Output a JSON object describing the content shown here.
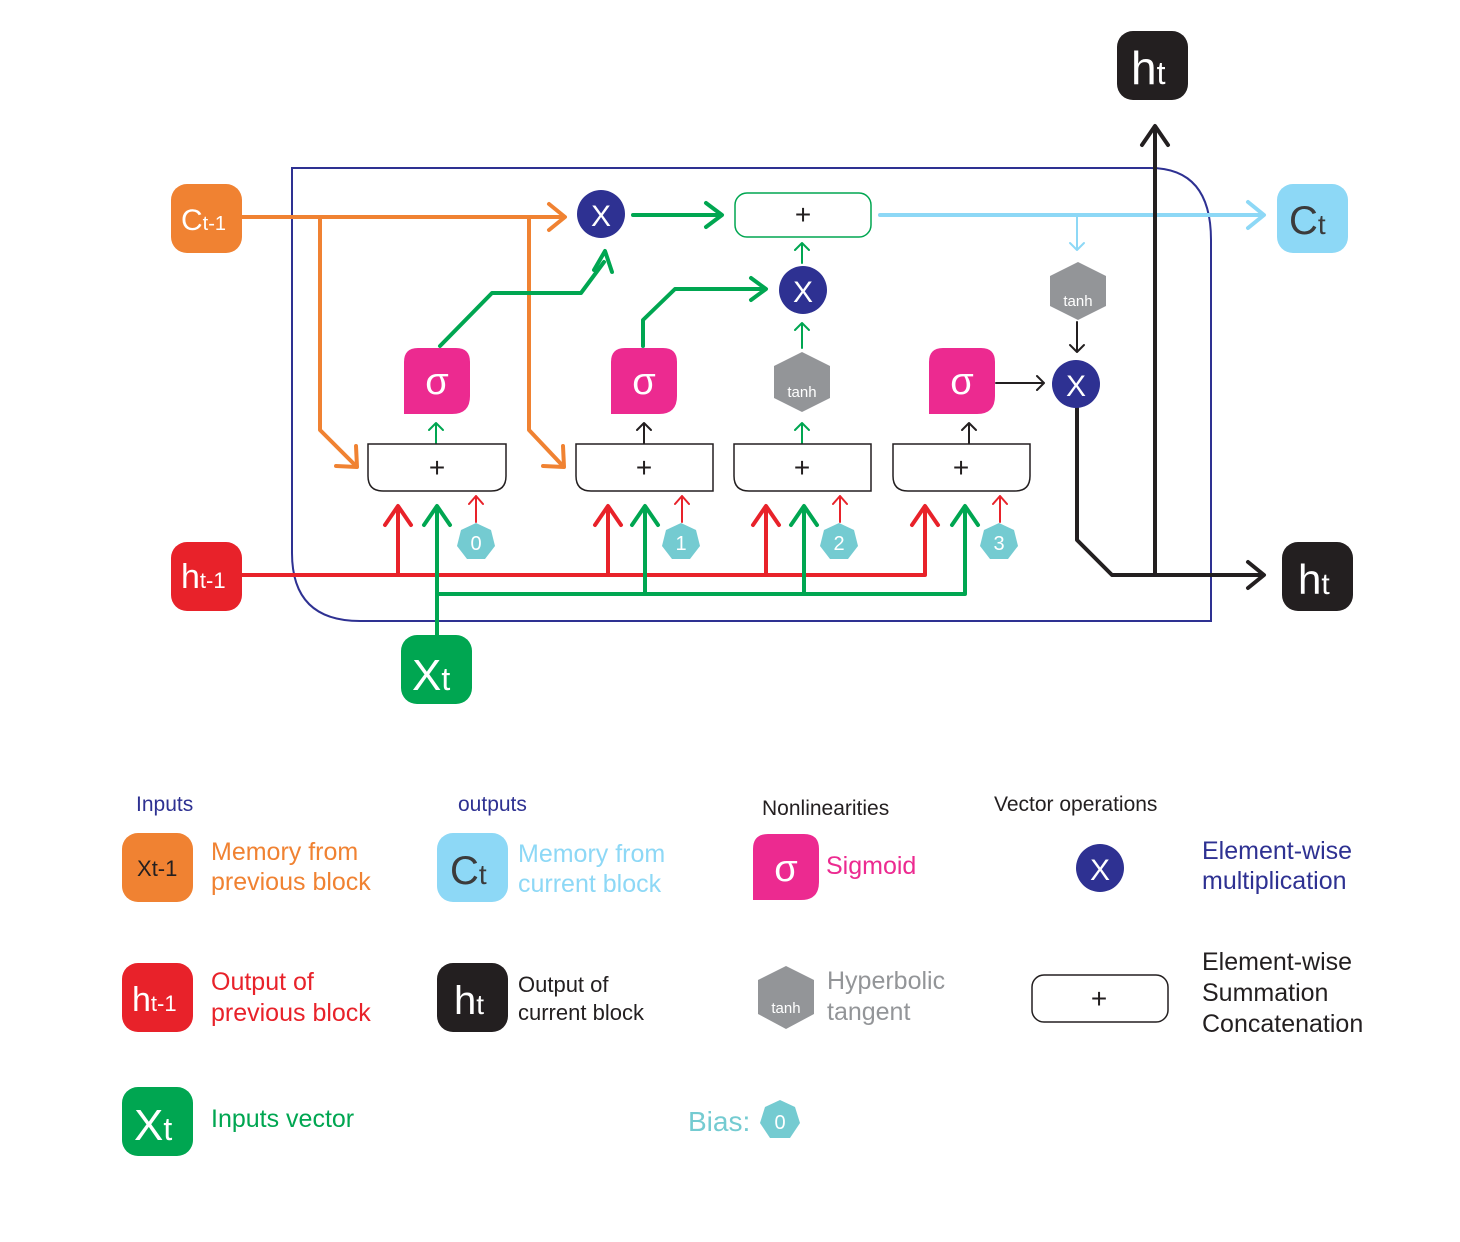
{
  "colors": {
    "memory_prev": "#f08232",
    "output_prev": "#e8222a",
    "input": "#00a651",
    "memory_cur": "#8dd8f6",
    "output_cur": "#231f20",
    "sigmoid": "#ec2a90",
    "tanh": "#939598",
    "mult": "#2e3192",
    "bias": "#74cbd1",
    "frame": "#2e3192"
  },
  "diagram": {
    "c_prev": {
      "main": "C",
      "sub": "t-1"
    },
    "h_prev": {
      "main": "h",
      "sub": "t-1"
    },
    "x_t": {
      "main": "X",
      "sub": "t"
    },
    "c_t": {
      "main": "C",
      "sub": "t"
    },
    "h_t": {
      "main": "h",
      "sub": "t"
    },
    "sigma": "σ",
    "tanh": "tanh",
    "mult": "X",
    "plus": "+",
    "biases": [
      "0",
      "1",
      "2",
      "3"
    ]
  },
  "legend": {
    "inputs_header": "Inputs",
    "outputs_header": "outputs",
    "nonlin_header": "Nonlinearities",
    "vecops_header": "Vector operations",
    "mem_prev": {
      "icon_main": "X",
      "icon_sub": "t-1",
      "line1": "Memory from",
      "line2": "previous block"
    },
    "out_prev": {
      "icon_main": "h",
      "icon_sub": "t-1",
      "line1": "Output of",
      "line2": "previous block"
    },
    "inputs_vec": {
      "icon_main": "X",
      "icon_sub": "t",
      "line1": "Inputs vector"
    },
    "mem_cur": {
      "icon_main": "C",
      "icon_sub": "t",
      "line1": "Memory from",
      "line2": "current block"
    },
    "out_cur": {
      "icon_main": "h",
      "icon_sub": "t",
      "line1": "Output of",
      "line2": "current block"
    },
    "sigmoid": {
      "icon": "σ",
      "label": "Sigmoid"
    },
    "tanh": {
      "icon": "tanh",
      "line1": "Hyperbolic",
      "line2": "tangent"
    },
    "mult": {
      "icon": "X",
      "line1": "Element-wise",
      "line2": "multiplication"
    },
    "sum": {
      "icon": "+",
      "line1": "Element-wise",
      "line2": "Summation",
      "line3": "Concatenation"
    },
    "bias": {
      "label": "Bias:",
      "value": "0"
    }
  }
}
